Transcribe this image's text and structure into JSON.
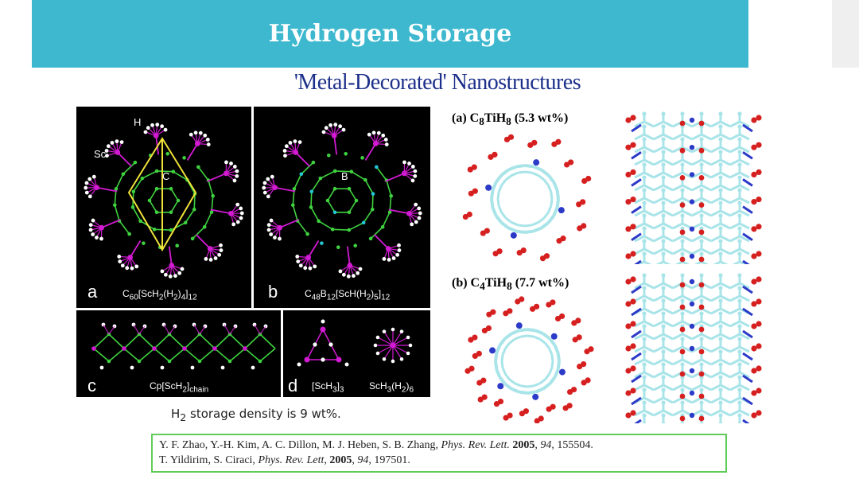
{
  "slide": {
    "title": "Hydrogen Storage",
    "subtitle": "'Metal-Decorated' Nanostructures"
  },
  "panels": {
    "a": {
      "letter": "a",
      "formula": "C60[ScH2(H2)4]12",
      "atom_h": "H",
      "atom_sc": "Sc",
      "atom_c": "C"
    },
    "b": {
      "letter": "b",
      "formula": "C48B12[ScH(H2)5]12",
      "atom_b": "B"
    },
    "c": {
      "letter": "c",
      "formula": "Cp[ScH2]chain"
    },
    "d": {
      "letter": "d",
      "formula_left": "[ScH3]3",
      "formula_right": "ScH3(H2)6"
    }
  },
  "right_figure": {
    "label_a": "(a) C8TiH8 (5.3 wt%)",
    "label_b": "(b) C4TiH8 (7.7 wt%)"
  },
  "caption": "H2 storage density is 9 wt%.",
  "references": {
    "line1": {
      "authors": "Y. F. Zhao, Y.-H. Kim, A. C. Dillon, M. J. Heben, S. B. Zhang,",
      "journal": "Phys. Rev. Lett.",
      "year": "2005",
      "volume": "94",
      "pages": "155504."
    },
    "line2": {
      "authors": "T. Yildirim, S. Ciraci,",
      "journal": "Phys. Rev. Lett",
      "year": "2005",
      "volume": "94",
      "pages": "197501."
    }
  },
  "colors": {
    "banner": "#3db8cf",
    "subtitle": "#1c2f8a",
    "carbon_green": "#3fd23f",
    "scandium_magenta": "#d21ad2",
    "boron_cyan": "#22c8d8",
    "hydrogen_white": "#ffffff",
    "carbon_cyan": "#a8e4e8",
    "titanium_blue": "#2c3ac8",
    "h2_red": "#d62020",
    "ref_border": "#5fcc5a",
    "highlight_yellow": "#f0e23a"
  }
}
